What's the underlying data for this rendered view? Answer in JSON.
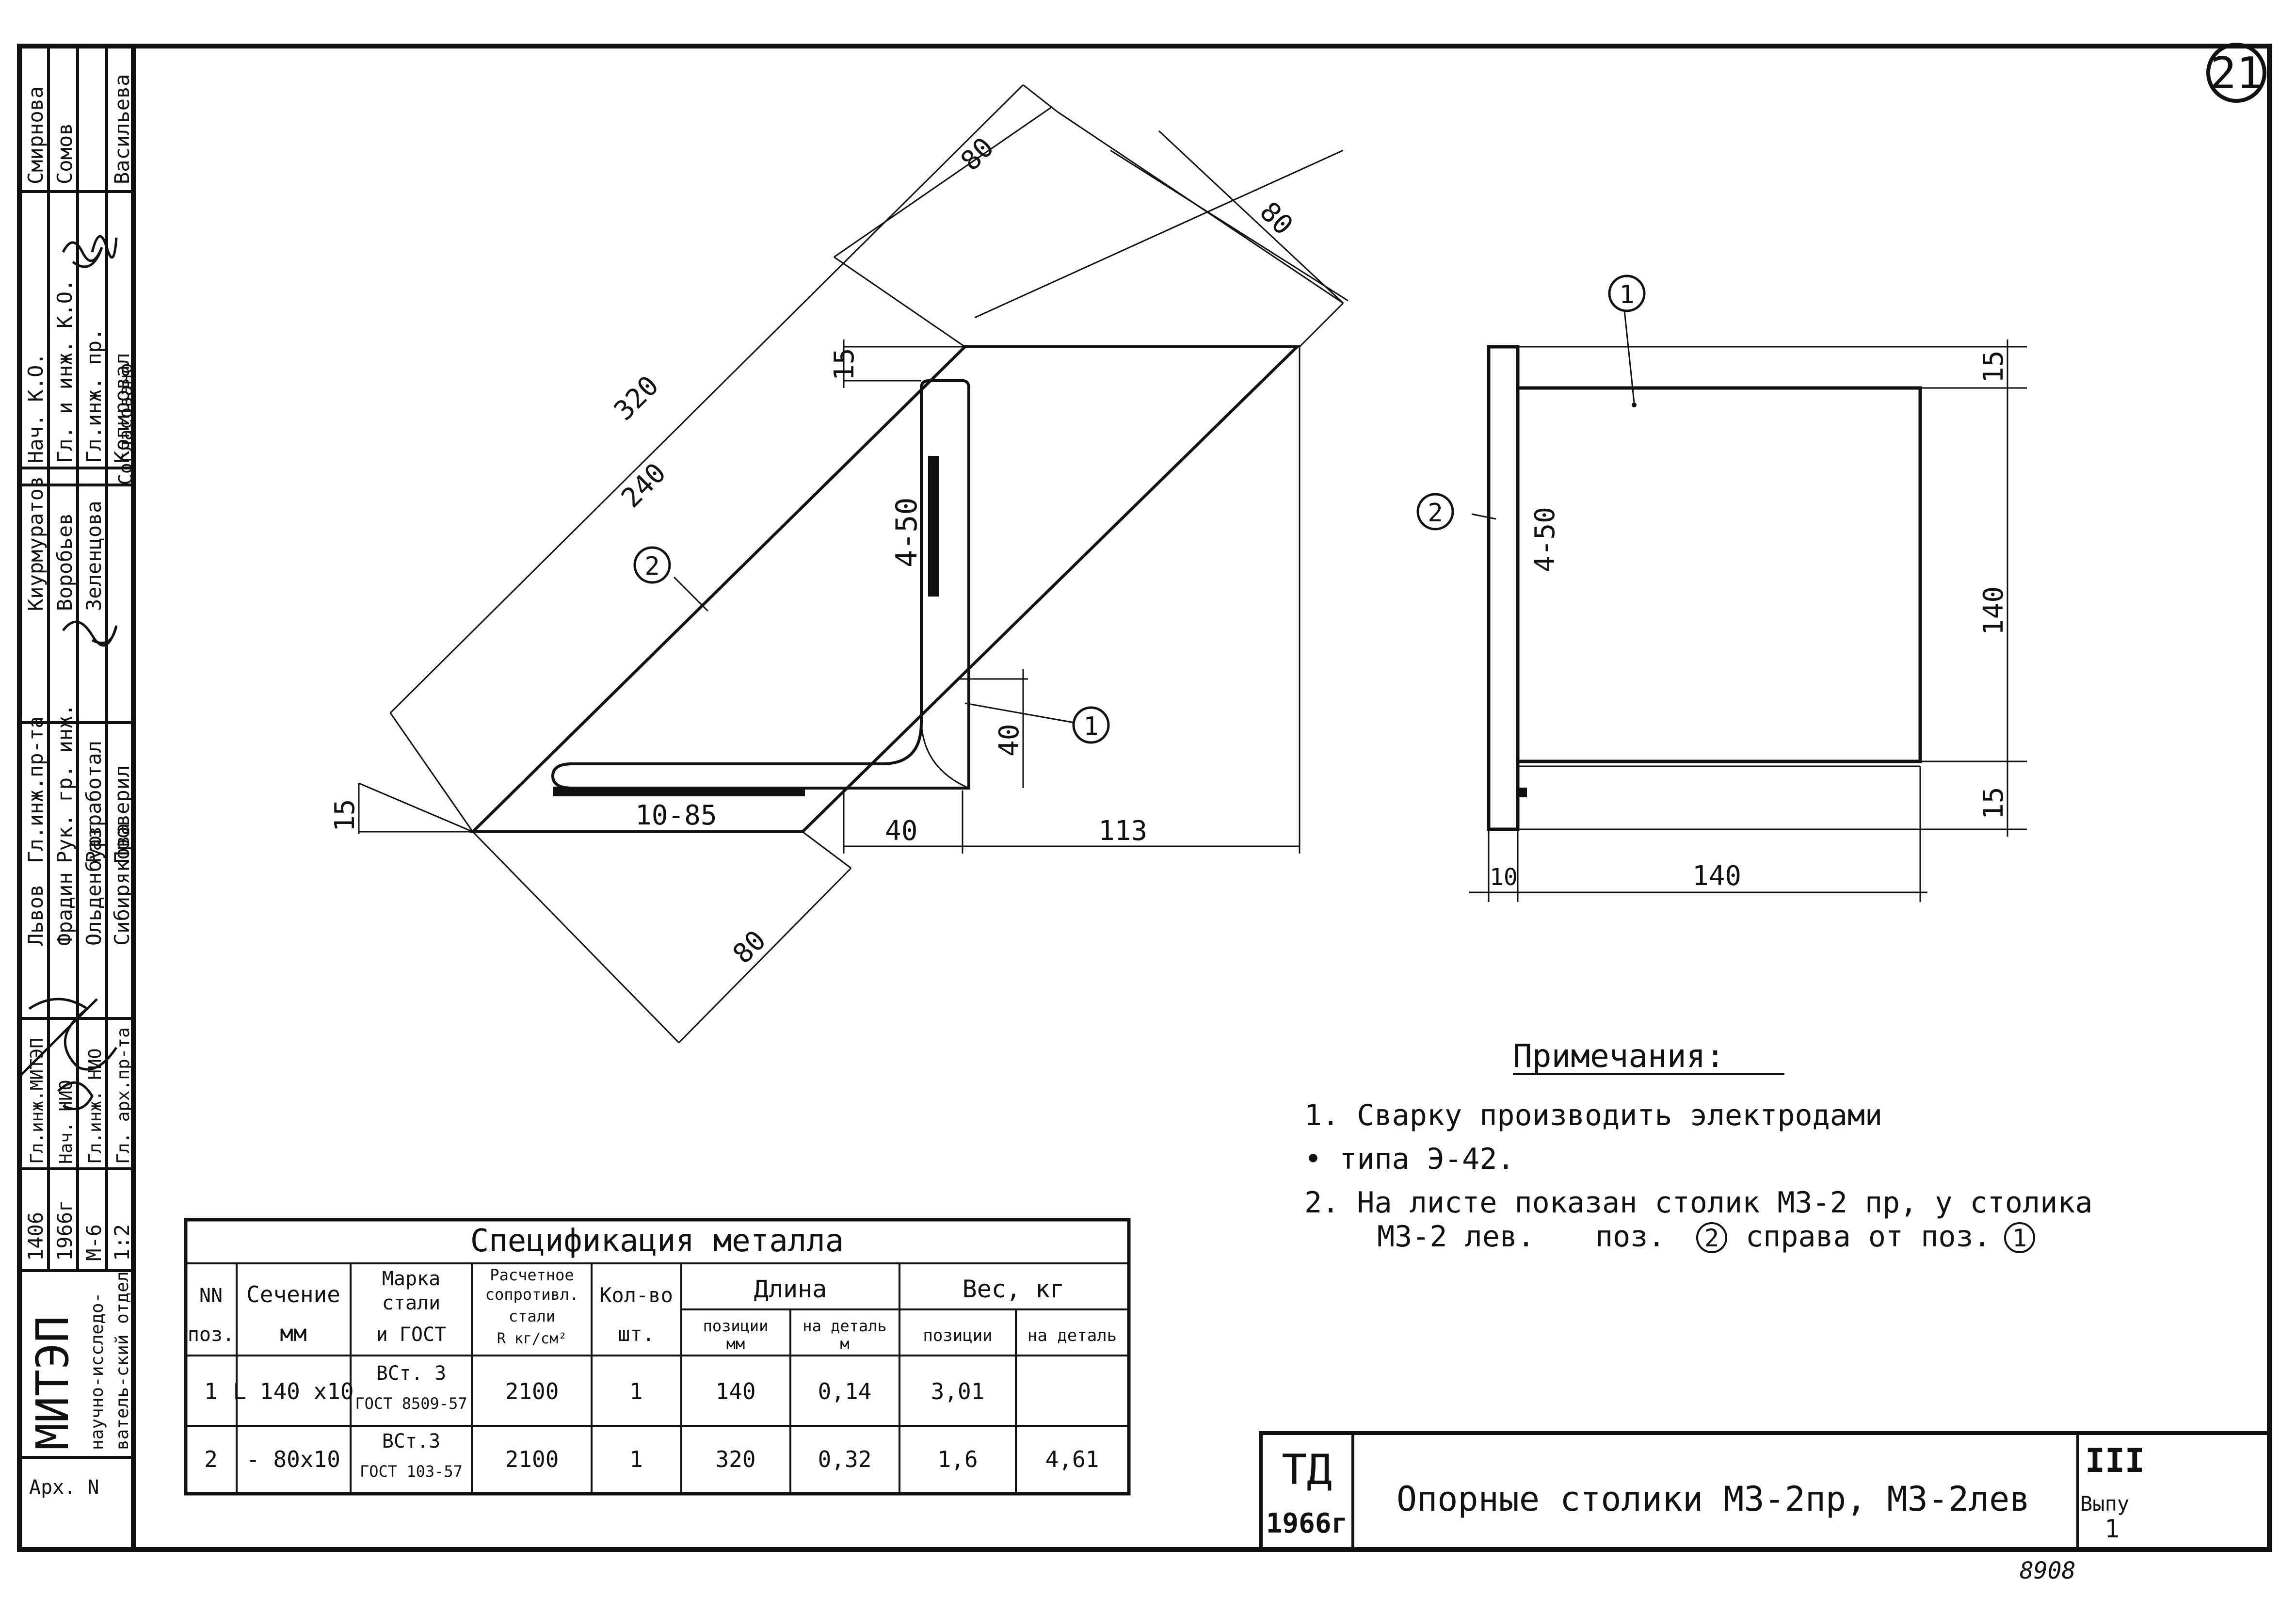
{
  "sheet_number": "21",
  "archive_number": "8908",
  "drawing": {
    "left_view": {
      "dim_top_1": "80",
      "dim_top_2": "80",
      "dim_320": "320",
      "dim_240": "240",
      "dim_15_top": "15",
      "dim_15_left": "15",
      "dim_weld_vertical": "4-50",
      "dim_weld_horizontal": "10-85",
      "dim_40_vertical": "40",
      "dim_40_horizontal": "40",
      "dim_113": "113",
      "dim_80_bottom": "80",
      "callout_1": "1",
      "callout_2": "2"
    },
    "right_view": {
      "callout_1": "1",
      "callout_2": "2",
      "dim_weld": "4-50",
      "dim_15_top": "15",
      "dim_140_vertical": "140",
      "dim_15_bottom": "15",
      "dim_10": "10",
      "dim_140_horizontal": "140"
    }
  },
  "notes": {
    "title": "Примечания:",
    "line1": "1. Сварку производить электродами",
    "line2": "• типа Э-42.",
    "line3a": "2. На листе показан столик М3-2 пр, у столика",
    "line3b": "М3-2 лев.",
    "line3c": "поз.",
    "line3d": "справа от поз.",
    "line3_circle_a": "2",
    "line3_circle_b": "1"
  },
  "spec_table": {
    "title": "Спецификация металла",
    "headers": {
      "nn": "NN",
      "poz": "поз.",
      "section_1": "Сечение",
      "section_2": "мм",
      "grade_1": "Марка",
      "grade_2": "стали",
      "grade_3": "и ГОСТ",
      "resist_1": "Расчетное",
      "resist_2": "сопротивл.",
      "resist_3": "стали",
      "resist_4": "R  кг/см²",
      "qty_1": "Кол-во",
      "qty_2": "шт.",
      "length": "Длина",
      "length_pos_1": "позиции",
      "length_pos_2": "мм",
      "length_det_1": "на деталь",
      "length_det_2": "м",
      "weight": "Вес, кг",
      "weight_pos": "позиции",
      "weight_det": "на деталь"
    },
    "rows": [
      {
        "pos": "1",
        "section": "L 140 x10",
        "grade_1": "ВСт. 3",
        "grade_2": "ГОСТ 8509-57",
        "resist": "2100",
        "qty": "1",
        "len_pos": "140",
        "len_det": "0,14",
        "w_pos": "3,01"
      },
      {
        "pos": "2",
        "section": "- 80x10",
        "grade_1": "ВСт.3",
        "grade_2": "ГОСТ 103-57",
        "resist": "2100",
        "qty": "1",
        "len_pos": "320",
        "len_det": "0,32",
        "w_pos": "1,6"
      }
    ],
    "weight_total": "4,61"
  },
  "title_block": {
    "td_1": "ТД",
    "td_2": "1966г",
    "title": "Опорные столики М3-2пр, М3-2лев",
    "issue_1": "III",
    "issue_2": "Выпу",
    "issue_3": "1"
  },
  "side_stamp": {
    "org_1": "МИТЭП",
    "org_2": "научно-исследо-",
    "org_3": "ватель-ский отдел",
    "arch": "Арх. N",
    "code_1": "1406",
    "code_2": "1966г",
    "code_3": "М-6",
    "code_4": "1:2",
    "r1c1": "Гл.инж.МИТЭП",
    "r1c2": "Нач. НИО",
    "r1c3": "Гл.инж. НИО",
    "r1c4": "Гл. арх.пр-та",
    "r2c1": "Львов",
    "r2c2": "Фрадин",
    "r2c3": "Ольденбург",
    "r2c4": "Сибирякова",
    "r3c1": "Гл.инж.пр-та",
    "r3c2": "Рук. гр. инж.",
    "r3c3": "Разработал",
    "r3c4": "Проверил",
    "r4c1": "Киурмуратов",
    "r4c2": "Воробьев",
    "r4c3": "Зеленцова",
    "agreed": "Согласовано",
    "r5c1": "Нач. К.О.",
    "r5c2": "Гл. и инж. К.О.",
    "r5c3": "Гл.инж. пр.",
    "r5c4": "Копировал",
    "r6c1": "Смирнова",
    "r6c2": "Сомов",
    "r6c3": "",
    "r6c4": "Васильева"
  }
}
